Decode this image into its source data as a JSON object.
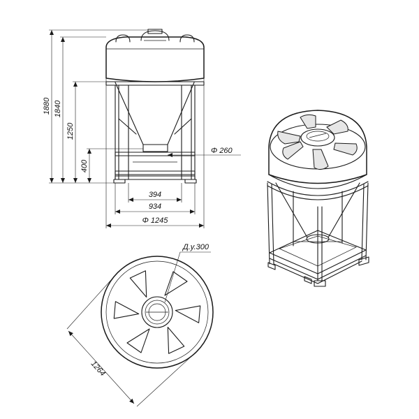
{
  "dimensions": {
    "overall_height": "1880",
    "height_to_hopper": "1840",
    "frame_height": "1250",
    "outlet_height": "400",
    "outlet_diameter": "Φ 260",
    "frame_inner_width": "394",
    "frame_outer_width": "934",
    "tank_diameter": "Φ 1245",
    "lid_label": "Д.у.300",
    "base_diameter": "1264"
  }
}
